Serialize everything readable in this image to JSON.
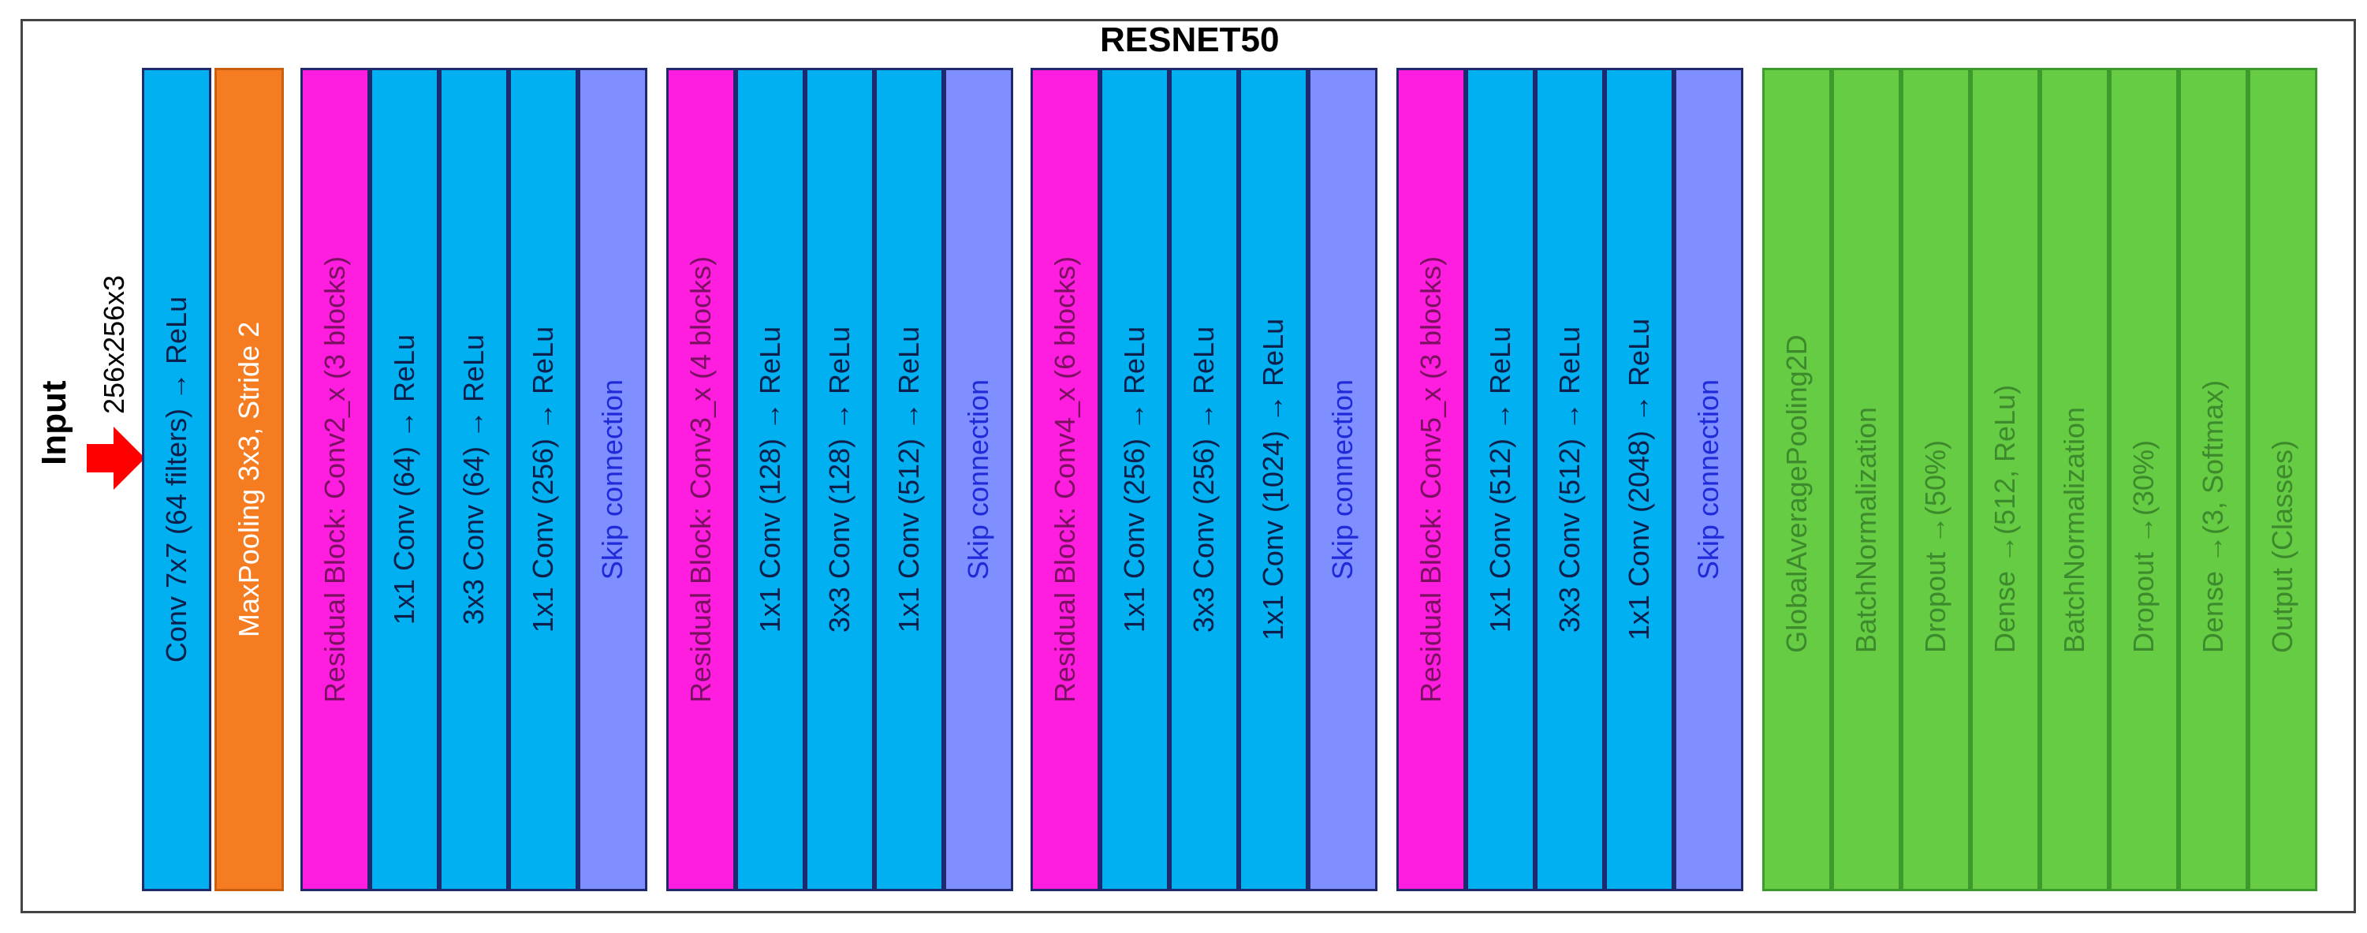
{
  "title": "RESNET50",
  "input": {
    "label": "Input",
    "shape": "256x256x3"
  },
  "colors": {
    "conv": "#00b0f0",
    "pool": "#f57c20",
    "residual": "#ff1ee0",
    "skip": "#7f8fff",
    "head": "#66cc44",
    "arrow": "#ff0000"
  },
  "stem": [
    {
      "label": "Conv 7x7 (64 filters) → ReLu",
      "kind": "conv"
    },
    {
      "label": "MaxPooling 3x3, Stride 2",
      "kind": "pool"
    }
  ],
  "stages": [
    {
      "layers": [
        {
          "label": "Residual Block: Conv2_x (3 blocks)",
          "kind": "residual"
        },
        {
          "label": "1x1 Conv (64) → ReLu",
          "kind": "conv"
        },
        {
          "label": "3x3 Conv (64) → ReLu",
          "kind": "conv"
        },
        {
          "label": "1x1 Conv (256) → ReLu",
          "kind": "conv"
        },
        {
          "label": "Skip connection",
          "kind": "skip"
        }
      ]
    },
    {
      "layers": [
        {
          "label": "Residual Block: Conv3_x (4 blocks)",
          "kind": "residual"
        },
        {
          "label": "1x1 Conv (128) → ReLu",
          "kind": "conv"
        },
        {
          "label": "3x3 Conv (128) → ReLu",
          "kind": "conv"
        },
        {
          "label": "1x1 Conv (512) → ReLu",
          "kind": "conv"
        },
        {
          "label": "Skip connection",
          "kind": "skip"
        }
      ]
    },
    {
      "layers": [
        {
          "label": "Residual Block: Conv4_x (6 blocks)",
          "kind": "residual"
        },
        {
          "label": "1x1 Conv (256) → ReLu",
          "kind": "conv"
        },
        {
          "label": "3x3 Conv (256) → ReLu",
          "kind": "conv"
        },
        {
          "label": "1x1 Conv (1024) → ReLu",
          "kind": "conv"
        },
        {
          "label": "Skip connection",
          "kind": "skip"
        }
      ]
    },
    {
      "layers": [
        {
          "label": "Residual Block: Conv5_x (3 blocks)",
          "kind": "residual"
        },
        {
          "label": "1x1 Conv (512) → ReLu",
          "kind": "conv"
        },
        {
          "label": "3x3 Conv (512) → ReLu",
          "kind": "conv"
        },
        {
          "label": "1x1 Conv (2048) → ReLu",
          "kind": "conv"
        },
        {
          "label": "Skip connection",
          "kind": "skip"
        }
      ]
    }
  ],
  "head": [
    {
      "label": "GlobalAveragePooling2D"
    },
    {
      "label": "BatchNormalization"
    },
    {
      "label": "Dropout →(50%)"
    },
    {
      "label": "Dense →(512, ReLu)"
    },
    {
      "label": "BatchNormalization"
    },
    {
      "label": "Dropout →(30%)"
    },
    {
      "label": "Dense →(3, Softmax)"
    },
    {
      "label": "Output (Classes)"
    }
  ]
}
